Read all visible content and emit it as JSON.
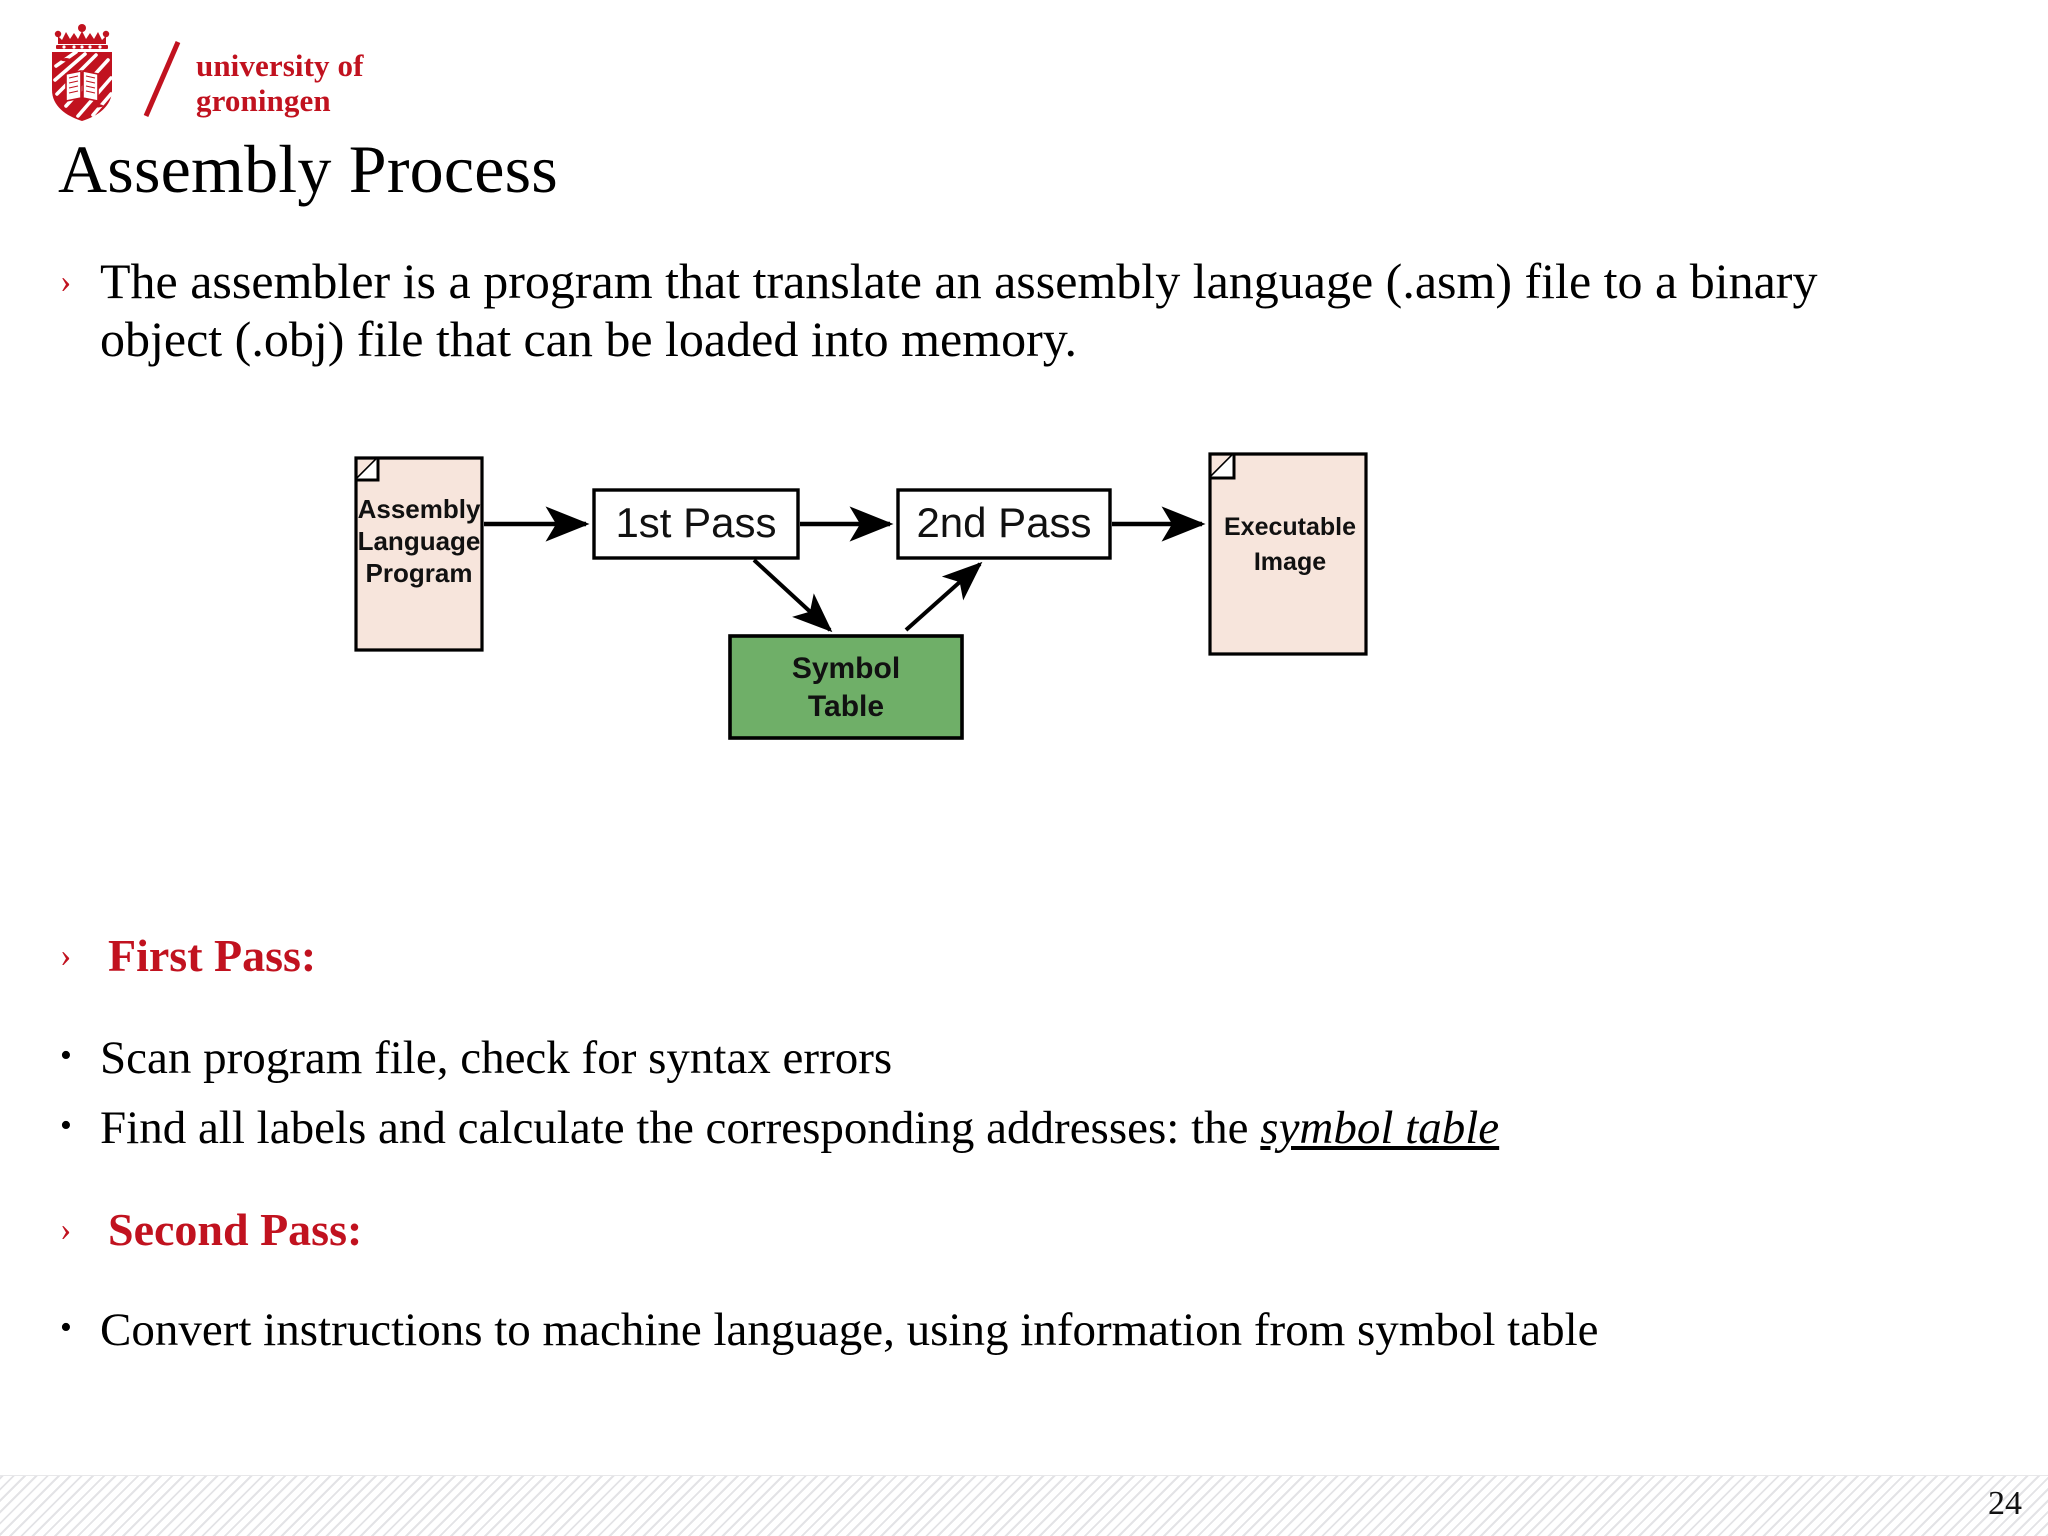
{
  "brand": {
    "name_line1": "university of",
    "name_line2": "groningen",
    "color": "#C1121F",
    "crest_icon": "groningen-crest-icon",
    "slash_icon": "diagonal-slash-icon"
  },
  "slide": {
    "title": "Assembly Process",
    "page_number": "24"
  },
  "bullets": {
    "intro": {
      "marker": "›",
      "text": "The assembler is a program that translate an assembly language (.asm) file to a binary object (.obj) file that can be loaded into memory."
    },
    "first_pass_heading": {
      "marker": "›",
      "text": "First Pass:"
    },
    "first_pass_items": [
      {
        "marker": "•",
        "text": "Scan program file, check for syntax errors"
      },
      {
        "marker": "•",
        "text_before": "Find all labels and calculate the corresponding addresses: the ",
        "emphasis": "symbol table"
      }
    ],
    "second_pass_heading": {
      "marker": "›",
      "text": "Second Pass:"
    },
    "second_pass_items": [
      {
        "marker": "•",
        "text": "Convert instructions to machine language, using information from symbol table"
      }
    ]
  },
  "diagram": {
    "type": "flowchart",
    "nodes": [
      {
        "id": "asm",
        "shape": "document",
        "label_lines": [
          "Assembly",
          "Language",
          "Program"
        ],
        "fill": "#F7E5DC",
        "stroke": "#000000"
      },
      {
        "id": "pass1",
        "shape": "rect",
        "label_lines": [
          "1st Pass"
        ],
        "fill": "#FFFFFF",
        "stroke": "#000000"
      },
      {
        "id": "pass2",
        "shape": "rect",
        "label_lines": [
          "2nd Pass"
        ],
        "fill": "#FFFFFF",
        "stroke": "#000000"
      },
      {
        "id": "symtab",
        "shape": "rect",
        "label_lines": [
          "Symbol",
          "Table"
        ],
        "fill": "#6FAF68",
        "stroke": "#000000"
      },
      {
        "id": "exe",
        "shape": "document",
        "label_lines": [
          "Executable",
          "Image"
        ],
        "fill": "#F7E5DC",
        "stroke": "#000000"
      }
    ],
    "edges": [
      {
        "from": "asm",
        "to": "pass1"
      },
      {
        "from": "pass1",
        "to": "pass2"
      },
      {
        "from": "pass1",
        "to": "symtab"
      },
      {
        "from": "symtab",
        "to": "pass2"
      },
      {
        "from": "pass2",
        "to": "exe"
      }
    ]
  }
}
